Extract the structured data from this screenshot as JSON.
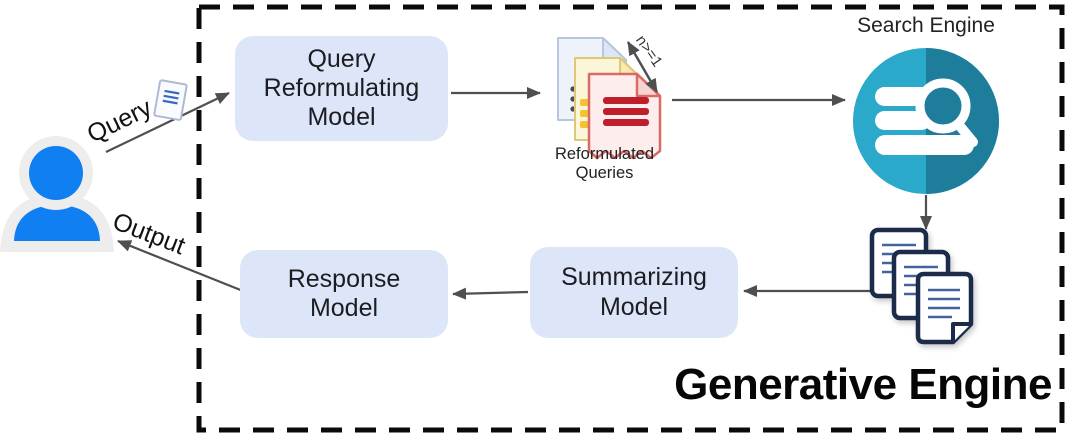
{
  "diagram": {
    "title": "Generative Engine",
    "flow_labels": {
      "query": "Query",
      "output": "Output",
      "multiplicity": "n>=1"
    },
    "nodes": {
      "query_reformulating_model": {
        "label": "Query\nReformulating\nModel"
      },
      "summarizing_model": {
        "label": "Summarizing\nModel"
      },
      "response_model": {
        "label": "Response\nModel"
      },
      "search_engine": {
        "label": "Search Engine"
      },
      "reformulated_queries": {
        "label": "Reformulated\nQueries"
      }
    },
    "icons": {
      "user": "user-icon",
      "search_engine": "search-database-icon",
      "reformulated_queries": "colored-document-stack-icon",
      "search_results": "document-stack-icon",
      "query_document": "mini-document-icon"
    },
    "colors": {
      "node_fill": "#dce6f8",
      "person_blue": "#0f7ff2",
      "person_halo_gray": "#ededee",
      "teal_light": "#2ba9cb",
      "teal_dark": "#1f7d9c",
      "doc_red": "#bf1f2d",
      "doc_yellow": "#f3c331",
      "doc_line_blue": "#44639c",
      "arrow_gray": "#4f4f4f",
      "dashed_border": "#0a0a0a"
    }
  }
}
